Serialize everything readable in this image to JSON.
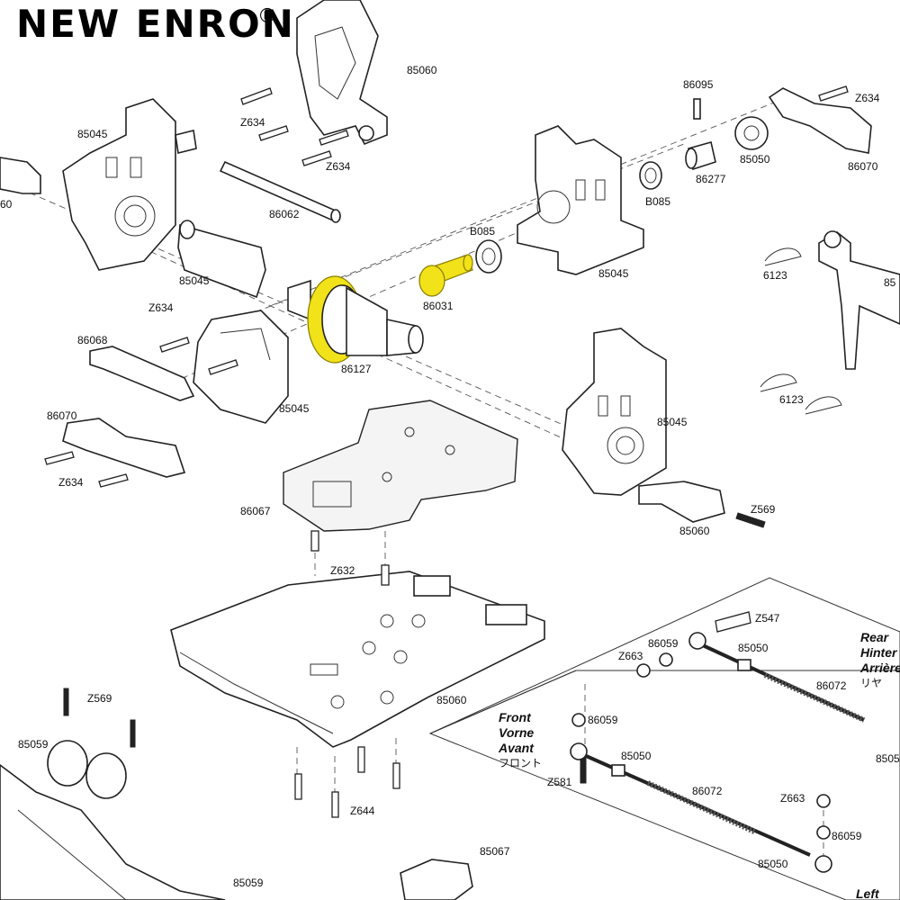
{
  "brand": {
    "name": "NEW ENRON",
    "registered_mark": "®"
  },
  "labels": {
    "l85060_top": "85060",
    "lZ634_a": "Z634",
    "lZ634_b": "Z634",
    "l86095": "86095",
    "lZ634_c": "Z634",
    "l85045_a": "85045",
    "l86277": "86277",
    "l85050_a": "85050",
    "l86070_a": "86070",
    "l60": "60",
    "lB085_a": "B085",
    "l86062": "86062",
    "lB085_b": "B085",
    "l85045_b": "85045",
    "l85045_c": "85045",
    "l6123_a": "6123",
    "l85_r": "85",
    "l86031": "86031",
    "lZ634_d": "Z634",
    "l86068": "86068",
    "l86127": "86127",
    "l6123_b": "6123",
    "l85045_d": "85045",
    "l86070_b": "86070",
    "l85045_e": "85045",
    "lZ634_e": "Z634",
    "l86067": "86067",
    "lZ569_a": "Z569",
    "l85060_b": "85060",
    "lZ632": "Z632",
    "lZ547": "Z547",
    "l86059_a": "86059",
    "lZ663_a": "Z663",
    "l85050_b": "85050",
    "l86072_a": "86072",
    "lZ569_b": "Z569",
    "l85060_c": "85060",
    "l86059_b": "86059",
    "l85059_a": "85059",
    "l85050_c": "85050",
    "l85050_r": "8505",
    "lZ581": "Z581",
    "l86072_b": "86072",
    "lZ663_b": "Z663",
    "lZ644": "Z644",
    "l86059_c": "86059",
    "l85067": "85067",
    "l85050_d": "85050",
    "l85059_b": "85059"
  },
  "regions": {
    "rear": [
      "Rear",
      "Hinter",
      "Arrière",
      "リヤ"
    ],
    "front": [
      "Front",
      "Vorne",
      "Avant",
      "フロント"
    ],
    "left": "Left"
  },
  "colors": {
    "highlight": "#f1e21a",
    "ink": "#222222"
  }
}
